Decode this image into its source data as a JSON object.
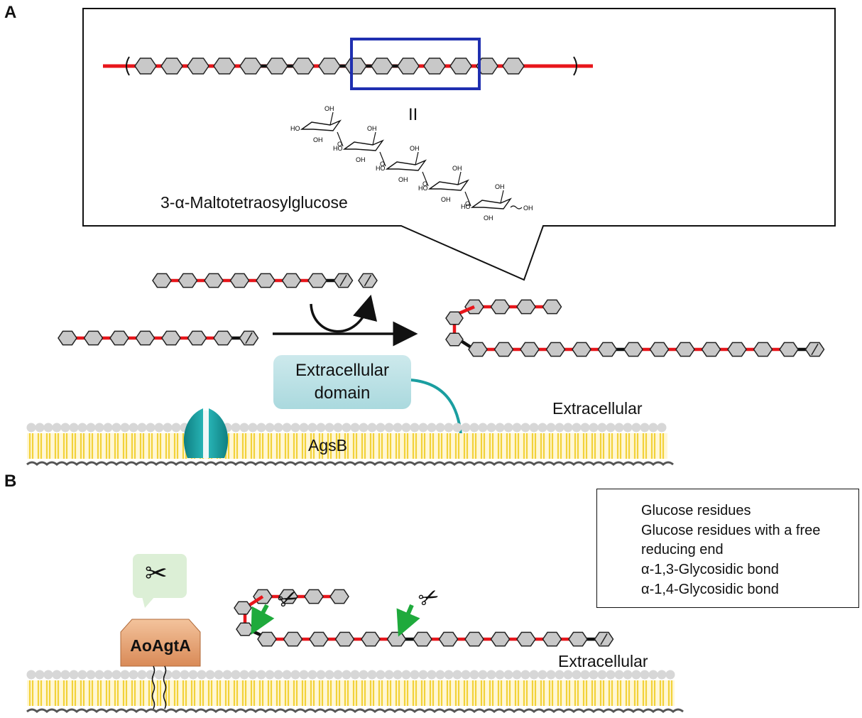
{
  "panels": {
    "a": "A",
    "b": "B"
  },
  "callout": {
    "equals_sign": "II",
    "compound_name": "3-α-Maltotetraosylglucose",
    "oh_label": "OH",
    "ho_label": "HO",
    "o_label": "O"
  },
  "labels": {
    "extracellular_domain": [
      "Extracellular",
      "domain"
    ],
    "extracellular_a": "Extracellular",
    "agsb": "AgsB",
    "enzyme": "AoAgtA",
    "extracellular_b": "Extracellular"
  },
  "legend": {
    "items": [
      {
        "symbol": "glucose-plain",
        "label": "Glucose residues"
      },
      {
        "symbol": "glucose-reducing",
        "label": "Glucose residues with a free",
        "label2": "reducing end"
      },
      {
        "symbol": "bond-red",
        "label": "α-1,3-Glycosidic bond"
      },
      {
        "symbol": "bond-black",
        "label": "α-1,4-Glycosidic bond"
      }
    ]
  },
  "colors": {
    "alpha13_bond": "#e8161b",
    "alpha14_bond": "#111111",
    "glucose_fill": "#c8c8c8",
    "highlight_box": "#1f2fb0",
    "membrane_tail": "#f2d23a",
    "membrane_head": "#d7d7d7",
    "agsb_teal": "#1a9ea0",
    "enzyme_fill": "#e9a978",
    "cleavage_arrow": "#1faa3c"
  },
  "icons": [
    "scissors-icon",
    "cleavage-arrow-icon"
  ]
}
